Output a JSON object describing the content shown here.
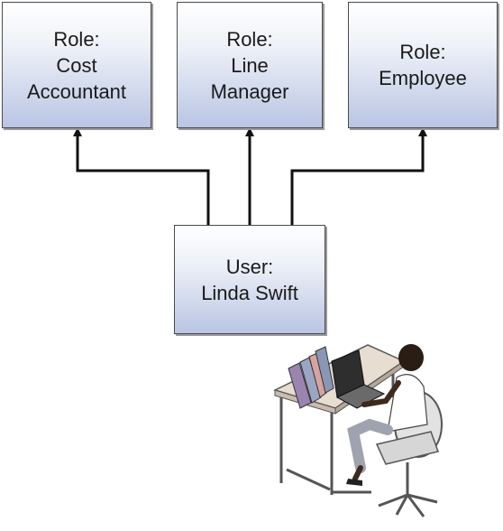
{
  "roles": [
    {
      "line1": "Role:",
      "line2": "Cost",
      "line3": "Accountant"
    },
    {
      "line1": "Role:",
      "line2": "Line",
      "line3": "Manager"
    },
    {
      "line1": "Role:",
      "line2": "Employee"
    }
  ],
  "user": {
    "line1": "User:",
    "line2": "Linda Swift"
  },
  "icons": {
    "person": "person-at-desk-icon"
  }
}
